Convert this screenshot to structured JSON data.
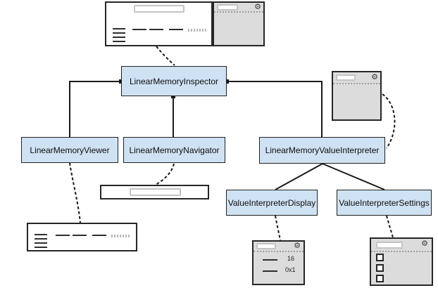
{
  "nodes": {
    "inspector": "LinearMemoryInspector",
    "viewer": "LinearMemoryViewer",
    "navigator": "LinearMemoryNavigator",
    "value_interpreter": "LinearMemoryValueInterpreter",
    "display": "ValueInterpreterDisplay",
    "settings": "ValueInterpreterSettings"
  },
  "sketch_labels": {
    "display_row1": "16",
    "display_row2": "0x1"
  },
  "icons": {
    "gear": "⚙"
  },
  "colors": {
    "node_fill": "#cfe2f3",
    "node_border": "#202020",
    "sketch_gray": "#dcdcdc",
    "sketch_border": "#262626",
    "sketch_input_border": "#c4c4c4",
    "line": "#1a1a1a"
  }
}
